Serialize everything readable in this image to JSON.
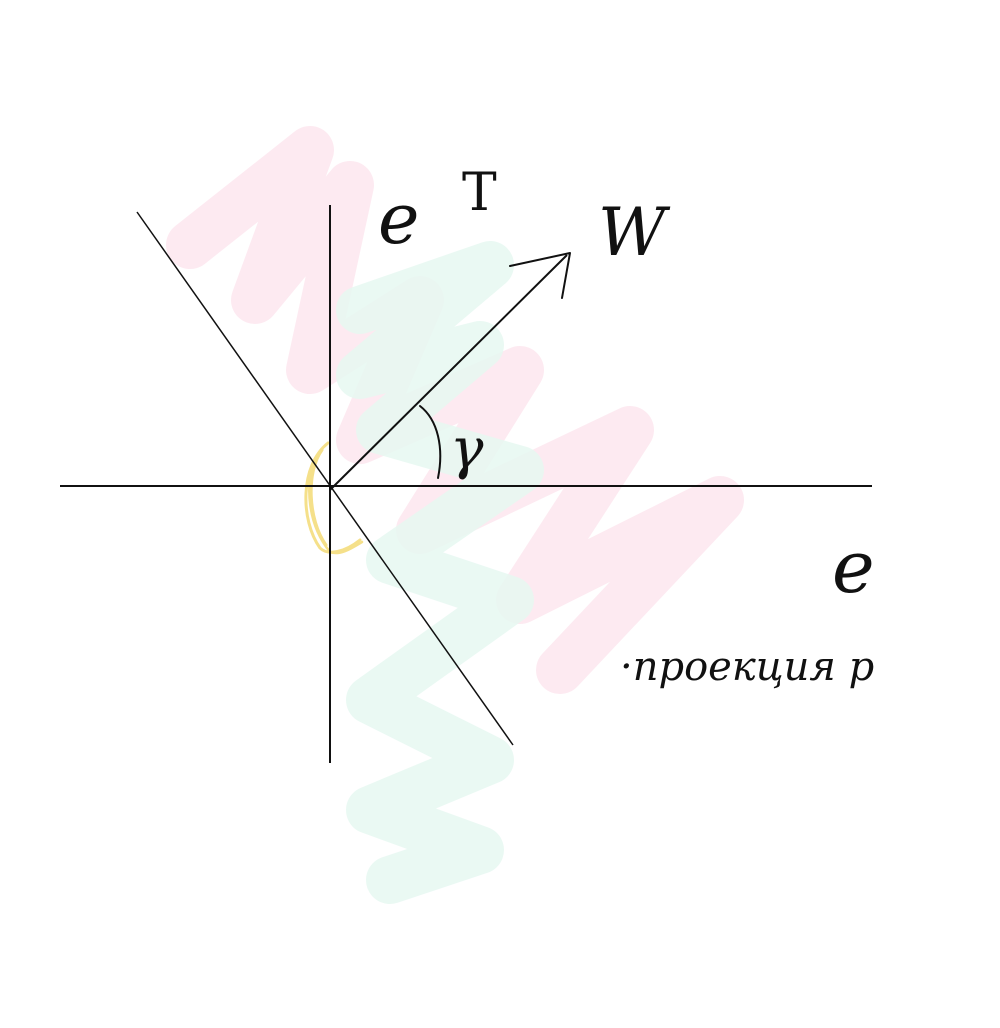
{
  "labels": {
    "vertical_axis": "e",
    "vertical_axis_superscript": "T",
    "vector": "W",
    "horizontal_axis": "e",
    "angle": "γ",
    "note": "·проекция р"
  },
  "colors": {
    "ink": "#111111",
    "pink_scribble": "#fde6ee",
    "green_scribble": "#e6f8f1",
    "yellow_highlight": "#f5e08a"
  }
}
